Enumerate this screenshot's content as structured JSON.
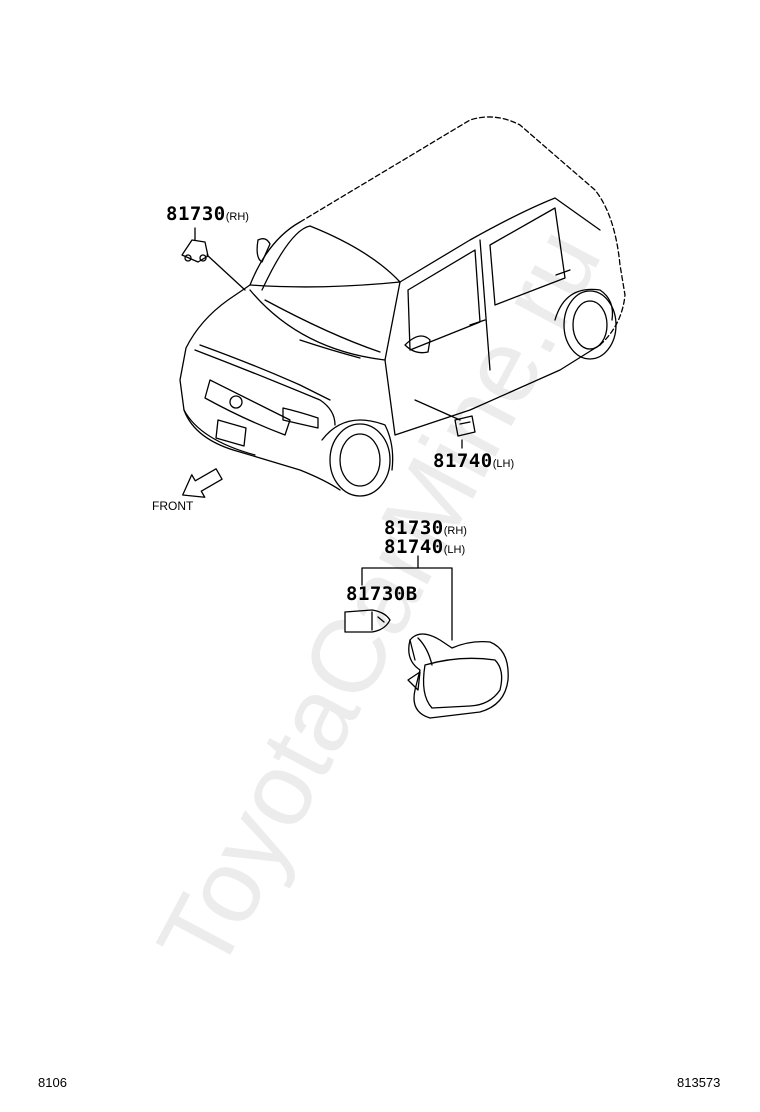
{
  "watermark": "ToyotaCarMine.ru",
  "callouts": {
    "front_marker_rh": {
      "number": "81730",
      "side": "RH"
    },
    "side_marker_lh": {
      "number": "81740",
      "side": "LH"
    },
    "assembly_rh": {
      "number": "81730",
      "side": "RH"
    },
    "assembly_lh": {
      "number": "81740",
      "side": "LH"
    },
    "bulb": {
      "number": "81730B"
    }
  },
  "front_label": "FRONT",
  "footer": {
    "left": "8106",
    "right": "813573"
  }
}
